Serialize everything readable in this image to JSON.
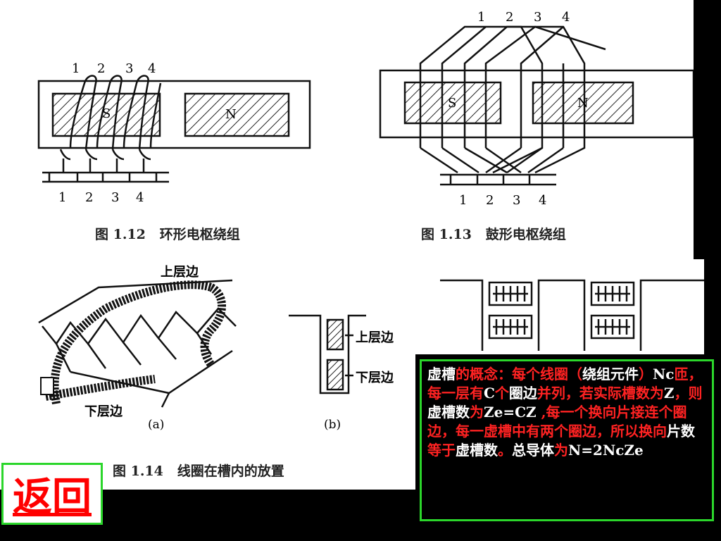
{
  "fig112": {
    "top_numbers": [
      "1",
      "2",
      "3",
      "4"
    ],
    "bottom_numbers": [
      "1",
      "2",
      "3",
      "4"
    ],
    "pole_s": "S",
    "pole_n": "N",
    "caption": "图 1.12   环形电枢绕组"
  },
  "fig113": {
    "top_numbers": [
      "1",
      "2",
      "3",
      "4"
    ],
    "bottom_numbers": [
      "1",
      "2",
      "3",
      "4"
    ],
    "pole_s": "S",
    "pole_n": "N",
    "caption": "图 1.13   鼓形电枢绕组"
  },
  "fig114": {
    "upper_edge": "上层边",
    "lower_edge": "下层边",
    "slot_upper": "上层边",
    "slot_lower": "下层边",
    "sub_a": "(a)",
    "sub_b": "(b)",
    "caption": "图 1.14   线圈在槽内的放置"
  },
  "textbox": {
    "segments": [
      {
        "t": "虚槽",
        "c": "w"
      },
      {
        "t": "的概念：每个线圈（",
        "c": "r"
      },
      {
        "t": "绕组元件",
        "c": "w"
      },
      {
        "t": "）",
        "c": "r"
      },
      {
        "t": "Nc",
        "c": "w"
      },
      {
        "t": "匝，每一层有",
        "c": "r"
      },
      {
        "t": "C",
        "c": "w"
      },
      {
        "t": "个",
        "c": "r"
      },
      {
        "t": "圈边",
        "c": "w"
      },
      {
        "t": "并列，若实际槽数为",
        "c": "r"
      },
      {
        "t": "Z",
        "c": "w"
      },
      {
        "t": "，则",
        "c": "r"
      },
      {
        "t": "虚槽数",
        "c": "w"
      },
      {
        "t": "为",
        "c": "r"
      },
      {
        "t": "Ze=CZ",
        "c": "w"
      },
      {
        "t": " ,每一个换向片接连个圈边，每一虚槽中有两个圈边，所以换向",
        "c": "r"
      },
      {
        "t": "片数",
        "c": "w"
      },
      {
        "t": "等于",
        "c": "r"
      },
      {
        "t": "虚槽数",
        "c": "w"
      },
      {
        "t": "。",
        "c": "r"
      },
      {
        "t": "总导体",
        "c": "w"
      },
      {
        "t": "为",
        "c": "r"
      },
      {
        "t": "N=2NcZe",
        "c": "w"
      }
    ]
  },
  "back_button": {
    "label": "返回"
  },
  "colors": {
    "highlight_red": "#ff2222",
    "border_green": "#2bd62b",
    "background": "#000000"
  }
}
